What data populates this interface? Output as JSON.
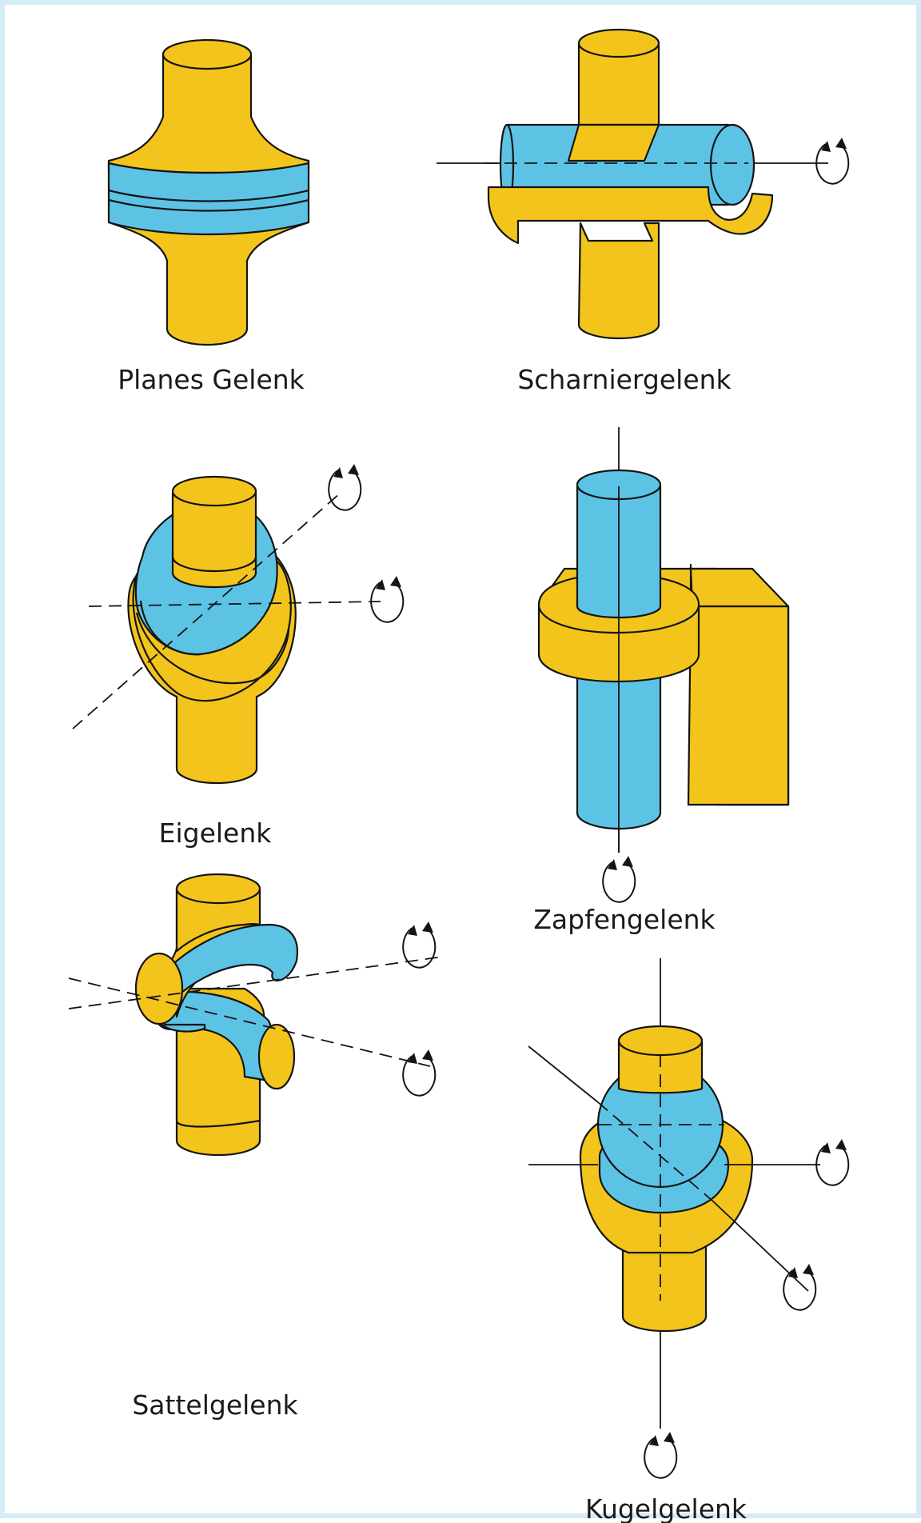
{
  "joints": [
    {
      "key": "planes",
      "label": "Planes Gelenk"
    },
    {
      "key": "scharnier",
      "label": "Scharniergelenk"
    },
    {
      "key": "ei",
      "label": "Eigelenk"
    },
    {
      "key": "zapfen",
      "label": "Zapfengelenk"
    },
    {
      "key": "sattel",
      "label": "Sattelgelenk"
    },
    {
      "key": "kugel",
      "label": "Kugelgelenk"
    }
  ],
  "colors": {
    "bone": "#f3c41c",
    "cartilage": "#5cc3e5",
    "outline": "#141414",
    "frame": "#d3ecf8"
  },
  "icons": [
    "rotation-arrow-icon"
  ]
}
